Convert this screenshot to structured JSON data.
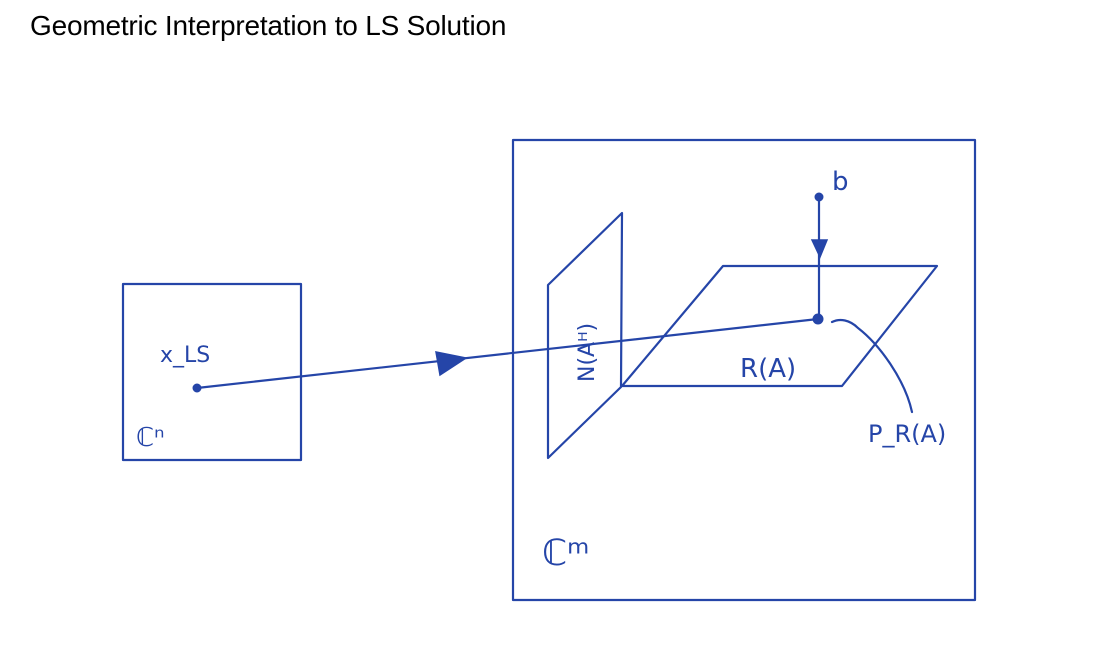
{
  "title": "Geometric Interpretation to LS Solution",
  "colors": {
    "ink": "#2545a8",
    "title_text": "#000000",
    "background": "#ffffff"
  },
  "diagram": {
    "domain_space_label": "ℂⁿ",
    "codomain_space_label": "ℂᵐ",
    "solution_point_label": "x_LS",
    "observation_point_label": "b",
    "range_plane_label": "R(A)",
    "nullspace_plane_label": "N(Aᴴ)",
    "projection_label": "P_R(A)"
  }
}
